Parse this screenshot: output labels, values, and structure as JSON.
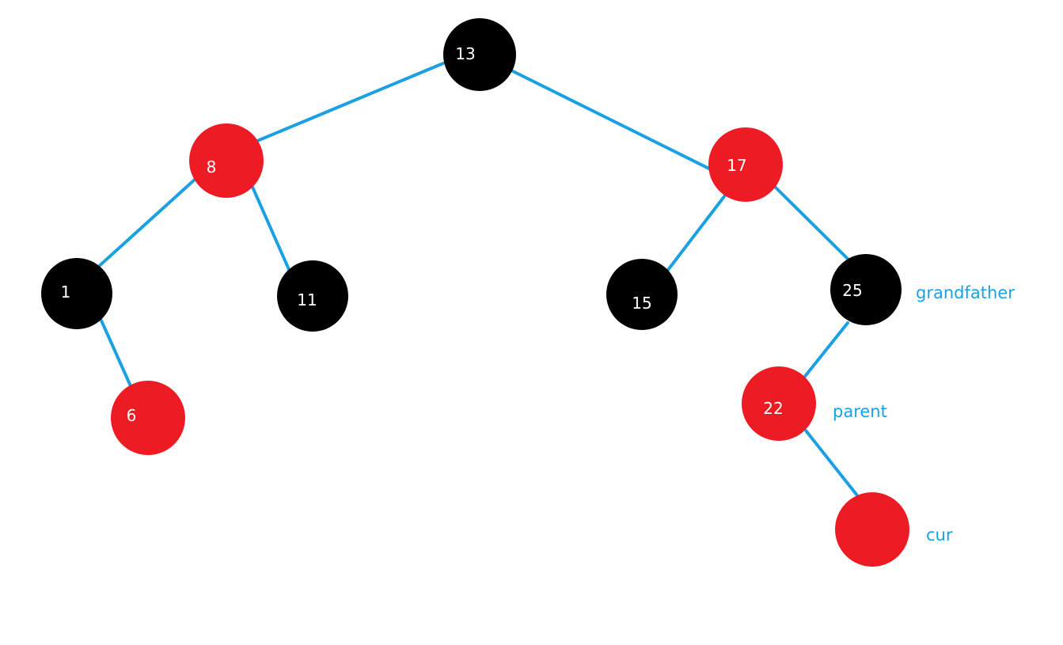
{
  "colors": {
    "edge": "#1ba1e2",
    "black_node": "#000000",
    "red_node": "#ed1c24",
    "node_text": "#ffffff",
    "annotation_text": "#1ba1e2"
  },
  "nodes": [
    {
      "id": "n13",
      "label": "13",
      "color": "black"
    },
    {
      "id": "n8",
      "label": "8",
      "color": "red"
    },
    {
      "id": "n17",
      "label": "17",
      "color": "red"
    },
    {
      "id": "n1",
      "label": "1",
      "color": "black"
    },
    {
      "id": "n11",
      "label": "11",
      "color": "black"
    },
    {
      "id": "n15",
      "label": "15",
      "color": "black"
    },
    {
      "id": "n25",
      "label": "25",
      "color": "black"
    },
    {
      "id": "n6",
      "label": "6",
      "color": "red"
    },
    {
      "id": "n22",
      "label": "22",
      "color": "red"
    },
    {
      "id": "ncur",
      "label": "",
      "color": "red"
    }
  ],
  "edges": [
    {
      "from": "n13",
      "to": "n8"
    },
    {
      "from": "n13",
      "to": "n17"
    },
    {
      "from": "n8",
      "to": "n1"
    },
    {
      "from": "n8",
      "to": "n11"
    },
    {
      "from": "n17",
      "to": "n15"
    },
    {
      "from": "n17",
      "to": "n25"
    },
    {
      "from": "n1",
      "to": "n6"
    },
    {
      "from": "n25",
      "to": "n22"
    },
    {
      "from": "n22",
      "to": "ncur"
    }
  ],
  "annotations": [
    {
      "node": "n25",
      "text": "grandfather"
    },
    {
      "node": "n22",
      "text": "parent"
    },
    {
      "node": "ncur",
      "text": "cur"
    }
  ]
}
